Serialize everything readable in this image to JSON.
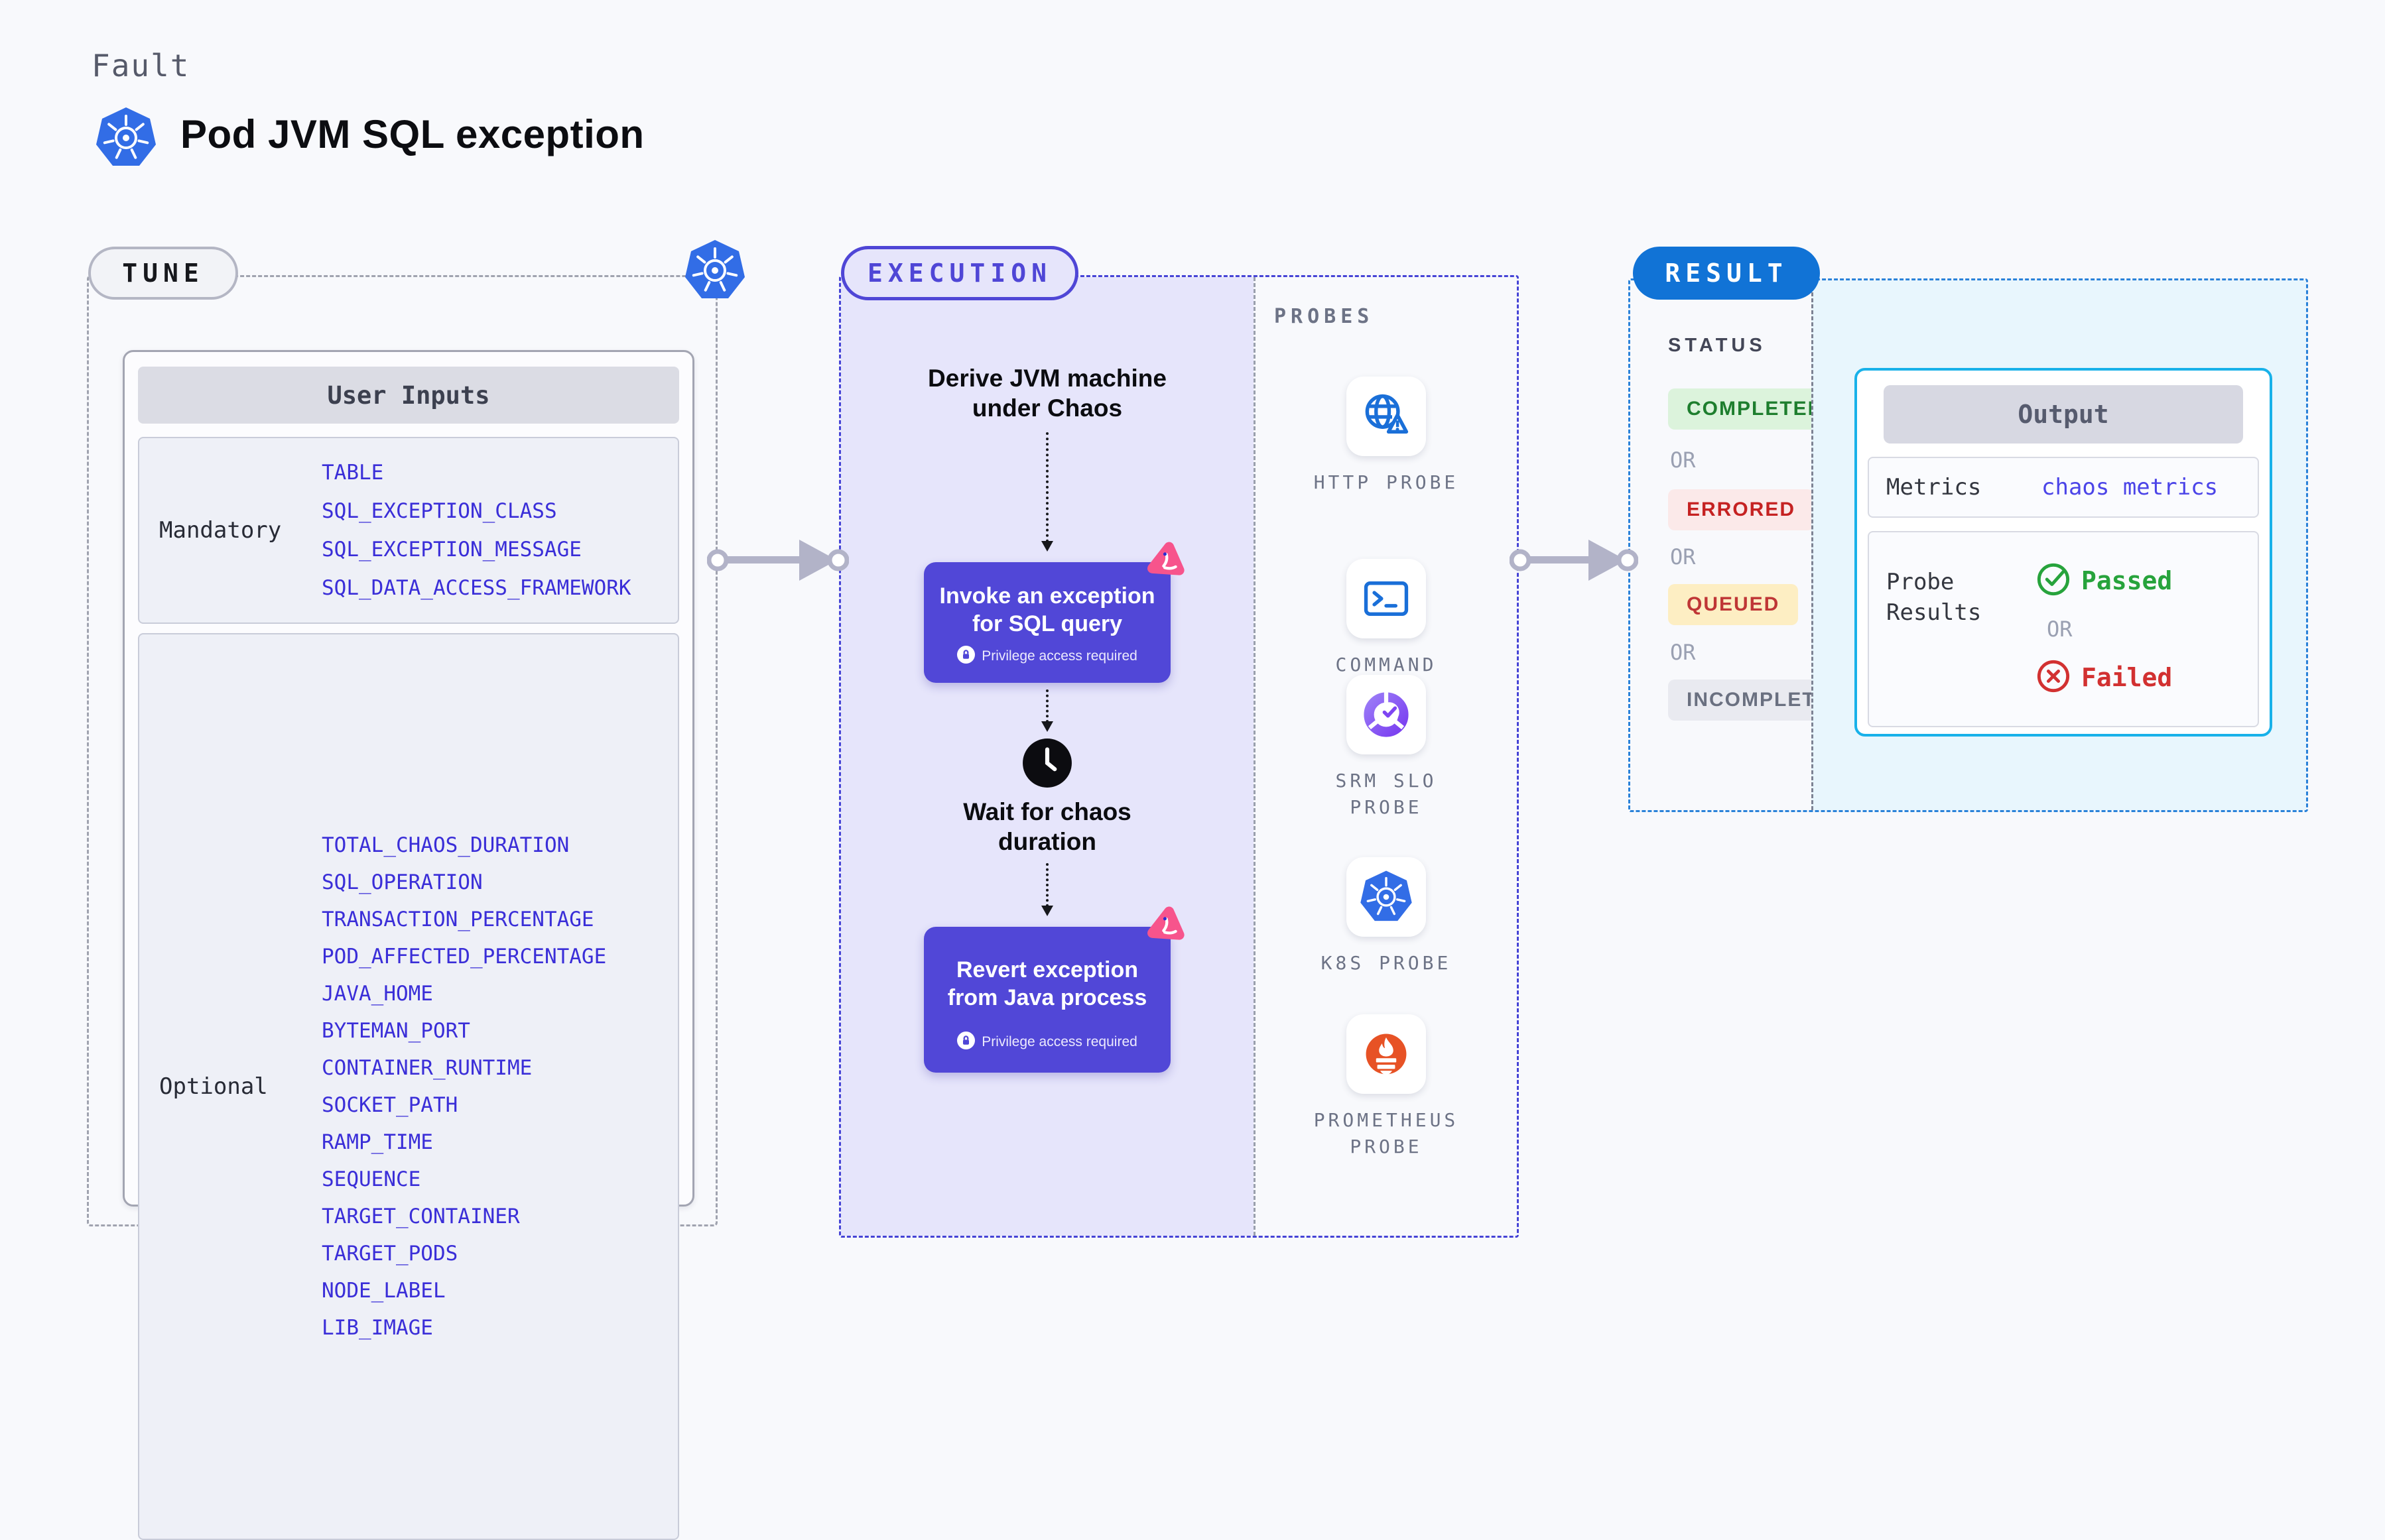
{
  "header": {
    "eyebrow": "Fault",
    "title": "Pod JVM SQL exception"
  },
  "tune": {
    "label": "TUNE",
    "table_header": "User Inputs",
    "mandatory_label": "Mandatory",
    "mandatory_items": [
      "TABLE",
      "SQL_EXCEPTION_CLASS",
      "SQL_EXCEPTION_MESSAGE",
      "SQL_DATA_ACCESS_FRAMEWORK"
    ],
    "optional_label": "Optional",
    "optional_items": [
      "TOTAL_CHAOS_DURATION",
      "SQL_OPERATION",
      "TRANSACTION_PERCENTAGE",
      "POD_AFFECTED_PERCENTAGE",
      "JAVA_HOME",
      "BYTEMAN_PORT",
      "CONTAINER_RUNTIME",
      "SOCKET_PATH",
      "RAMP_TIME",
      "SEQUENCE",
      "TARGET_CONTAINER",
      "TARGET_PODS",
      "NODE_LABEL",
      "LIB_IMAGE"
    ]
  },
  "execution": {
    "label": "EXECUTION",
    "derive_text": "Derive JVM machine under Chaos",
    "invoke_title": "Invoke an exception for SQL query",
    "invoke_badge": "Privilege access required",
    "wait_text": "Wait for chaos duration",
    "revert_title": "Revert exception from Java process",
    "revert_badge": "Privilege access required"
  },
  "probes": {
    "label": "PROBES",
    "items": [
      {
        "name": "HTTP  PROBE",
        "icon": "globe-alert-icon"
      },
      {
        "name": "COMMAND\nPROBE",
        "icon": "terminal-icon"
      },
      {
        "name": "SRM SLO\nPROBE",
        "icon": "slo-donut-icon"
      },
      {
        "name": "K8S PROBE",
        "icon": "kubernetes-icon"
      },
      {
        "name": "PROMETHEUS\nPROBE",
        "icon": "prometheus-icon"
      }
    ]
  },
  "result": {
    "label": "RESULT",
    "status_label": "STATUS",
    "or_label": "OR",
    "statuses": [
      {
        "text": "COMPLETED",
        "bg": "#dcf3dc",
        "color": "#1e7e2e"
      },
      {
        "text": "ERRORED",
        "bg": "#fbe9e9",
        "color": "#c52222"
      },
      {
        "text": "QUEUED",
        "bg": "#fdeec3",
        "color": "#bf3636"
      },
      {
        "text": "INCOMPLETED",
        "bg": "#e9eaf0",
        "color": "#6a7080"
      }
    ],
    "output": {
      "header": "Output",
      "metrics_label": "Metrics",
      "metrics_value": "chaos metrics",
      "probe_results_label": "Probe Results",
      "passed_label": "Passed",
      "or_label": "OR",
      "failed_label": "Failed"
    }
  },
  "theme": {
    "accent-indigo": "#4f46d6",
    "param-blue": "#3a2ed8",
    "result-blue": "#1173d6",
    "cyan-border": "#18b1e9",
    "cyan-bg": "#e8f6fd",
    "exec-bg": "#e6e5fb",
    "k8s-blue": "#326de6",
    "probe-icon-blue": "#1a6fd8",
    "prom-orange": "#e75225",
    "chaos-pink": "#f7548c",
    "passed-green": "#27a33c",
    "failed-red": "#d23131",
    "arrow-gray": "#b2b3c8"
  }
}
